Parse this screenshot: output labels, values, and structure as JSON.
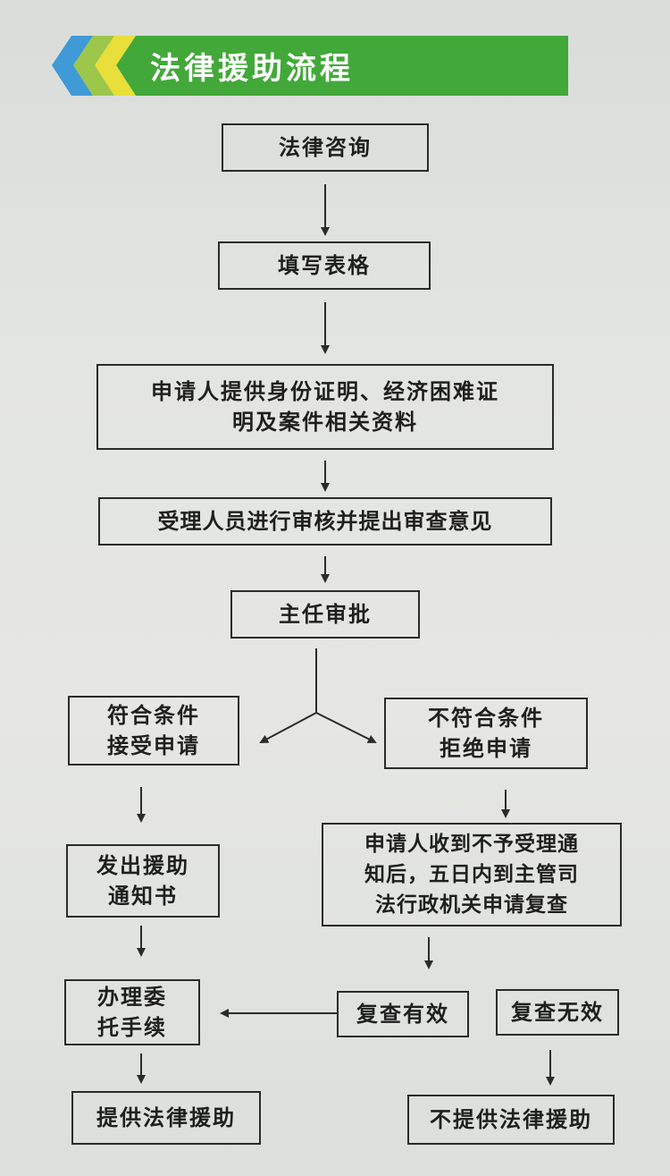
{
  "header": {
    "title": "法律援助流程",
    "colors": {
      "banner": "#43a83a",
      "chevron_blue": "#3f9ad6",
      "chevron_green": "#9cc74a",
      "chevron_yellow": "#e8df3a"
    }
  },
  "nodes": {
    "consult": "法律咨询",
    "fill_form": "填写表格",
    "provide_docs": [
      "申请人提供身份证明、经济困难证",
      "明及案件相关资料"
    ],
    "review": "受理人员进行审核并提出审查意见",
    "director": "主任审批",
    "eligible": [
      "符合条件",
      "接受申请"
    ],
    "ineligible": [
      "不符合条件",
      "拒绝申请"
    ],
    "notice": [
      "发出援助",
      "通知书"
    ],
    "appeal": [
      "申请人收到不予受理通",
      "知后，五日内到主管司",
      "法行政机关申请复查"
    ],
    "procedure": [
      "办理委",
      "托手续"
    ],
    "valid": "复查有效",
    "invalid": "复查无效",
    "provide_aid": "提供法律援助",
    "no_aid": "不提供法律援助"
  }
}
